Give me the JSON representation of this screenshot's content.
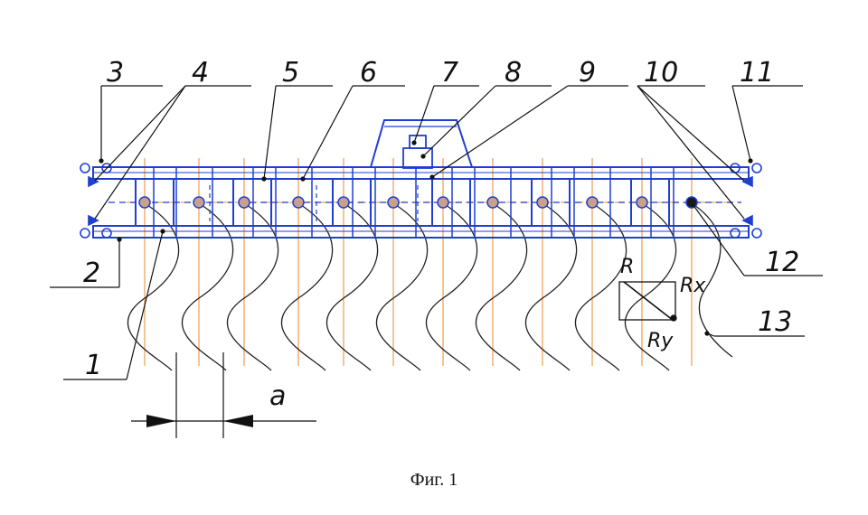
{
  "figure": {
    "caption": "Фиг. 1",
    "reference_numbers": [
      "1",
      "2",
      "3",
      "4",
      "5",
      "6",
      "7",
      "8",
      "9",
      "10",
      "11",
      "12",
      "13"
    ],
    "dimension_label": "a",
    "force_labels": {
      "resultant": "R",
      "x_component": "Rx",
      "y_component": "Ry"
    },
    "colors": {
      "frame": "#1f3fd1",
      "leader": "#111111",
      "centerline": "#f2a35a",
      "wave": "#222222"
    }
  }
}
